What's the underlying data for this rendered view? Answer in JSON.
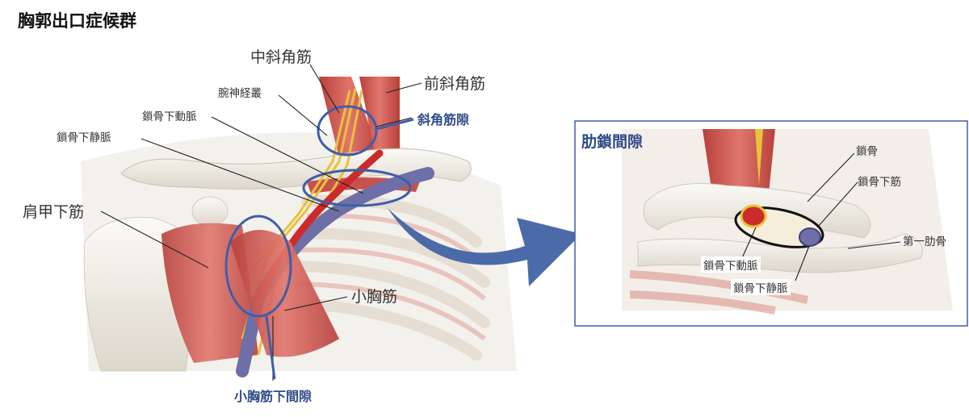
{
  "title": "胸郭出口症候群",
  "labels": {
    "middle_scalene": "中斜角筋",
    "anterior_scalene": "前斜角筋",
    "brachial_plexus": "腕神経叢",
    "subclavian_artery": "鎖骨下動脈",
    "subclavian_vein": "鎖骨下静脈",
    "subscapularis": "肩甲下筋",
    "pectoralis_minor": "小胸筋",
    "scalene_gap": "斜角筋隙",
    "pectoralis_minor_space": "小胸筋下間隙"
  },
  "inset": {
    "title": "肋鎖間隙",
    "clavicle": "鎖骨",
    "subclavius": "鎖骨下筋",
    "first_rib": "第一肋骨",
    "subclavian_artery": "鎖骨下動脈",
    "subclavian_vein": "鎖骨下静脈"
  },
  "colors": {
    "muscle": "#d9564f",
    "bone": "#efece4",
    "nerve": "#e8c23b",
    "vein": "#6d6fa6",
    "artery": "#cc2b2b",
    "accent": "#3e5ea8"
  }
}
